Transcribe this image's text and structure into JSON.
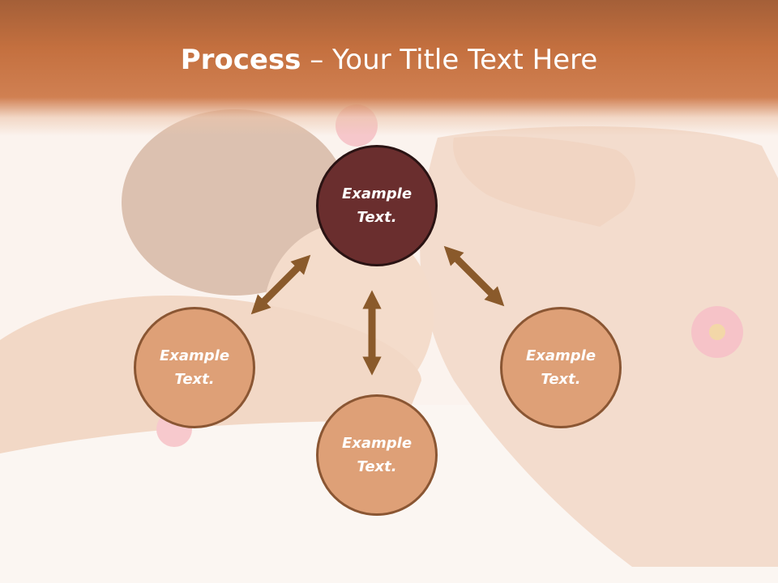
{
  "slide": {
    "title_bold": "Process",
    "title_rest": " – Your Title Text Here"
  },
  "diagram": {
    "center": {
      "label": "Example\nText."
    },
    "left": {
      "label": "Example\nText."
    },
    "bottom": {
      "label": "Example\nText."
    },
    "right": {
      "label": "Example\nText."
    }
  },
  "colors": {
    "title_band": "#c4703f",
    "center_fill": "#6a2e2e",
    "node_fill": "#dea077",
    "arrow": "#8a5a2b"
  }
}
